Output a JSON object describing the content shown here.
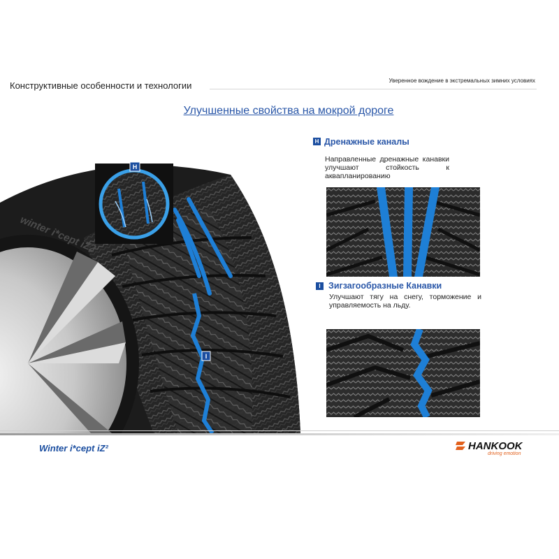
{
  "header": {
    "left_text": "Конструктивные особенности и технологии",
    "right_text": "Уверенное вождение в экстремальных зимних условиях"
  },
  "main_title": "Улучшенные свойства на мокрой дороге",
  "callouts": {
    "h_label": "H",
    "i_label": "I"
  },
  "features": [
    {
      "badge": "H",
      "title": "Дренажные каналы",
      "description": "Направленные дренажные канавки улучшают стойкость к аквапланированию"
    },
    {
      "badge": "I",
      "title": "Зигзагообразные Канавки",
      "description": "Улучшают тягу на снегу, торможение и управляемость на льду."
    }
  ],
  "tire_sidewall_text": "winter i*cept iZ2",
  "footer": {
    "model_logo": "Winter i*cept iZ²",
    "brand_logo": "HANKOOK",
    "brand_tagline": "driving emotion"
  },
  "colors": {
    "accent_blue": "#2a57a8",
    "groove_blue": "#1e7fd6",
    "badge_blue": "#1b4ea0",
    "brand_orange": "#e2601c"
  }
}
